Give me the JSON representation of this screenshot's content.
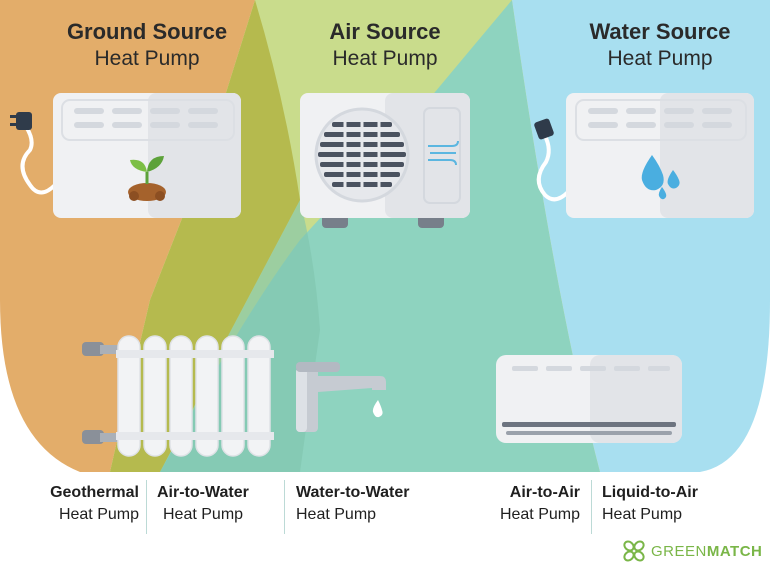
{
  "sources": [
    {
      "name": "Ground Source",
      "sub": "Heat Pump",
      "icon": "sprout-icon"
    },
    {
      "name": "Air Source",
      "sub": "Heat Pump",
      "icon": "fan-icon"
    },
    {
      "name": "Water Source",
      "sub": "Heat Pump",
      "icon": "water-drops-icon"
    }
  ],
  "types": [
    {
      "name": "Geothermal",
      "sub": "Heat Pump"
    },
    {
      "name": "Air-to-Water",
      "sub": "Heat Pump"
    },
    {
      "name": "Water-to-Water",
      "sub": "Heat Pump"
    },
    {
      "name": "Air-to-Air",
      "sub": "Heat Pump"
    },
    {
      "name": "Liquid-to-Air",
      "sub": "Heat Pump"
    }
  ],
  "logo": {
    "part1": "GREEN",
    "part2": "MATCH"
  },
  "colors": {
    "ground": "#e3ad6a",
    "air": "#c9dc8c",
    "water": "#a8dff0",
    "overlap_ground_air": "#b5ba4e",
    "overlap_air_water": "#8ed3bf",
    "unit": "#f0f1f3",
    "brand": "#7ab648"
  }
}
